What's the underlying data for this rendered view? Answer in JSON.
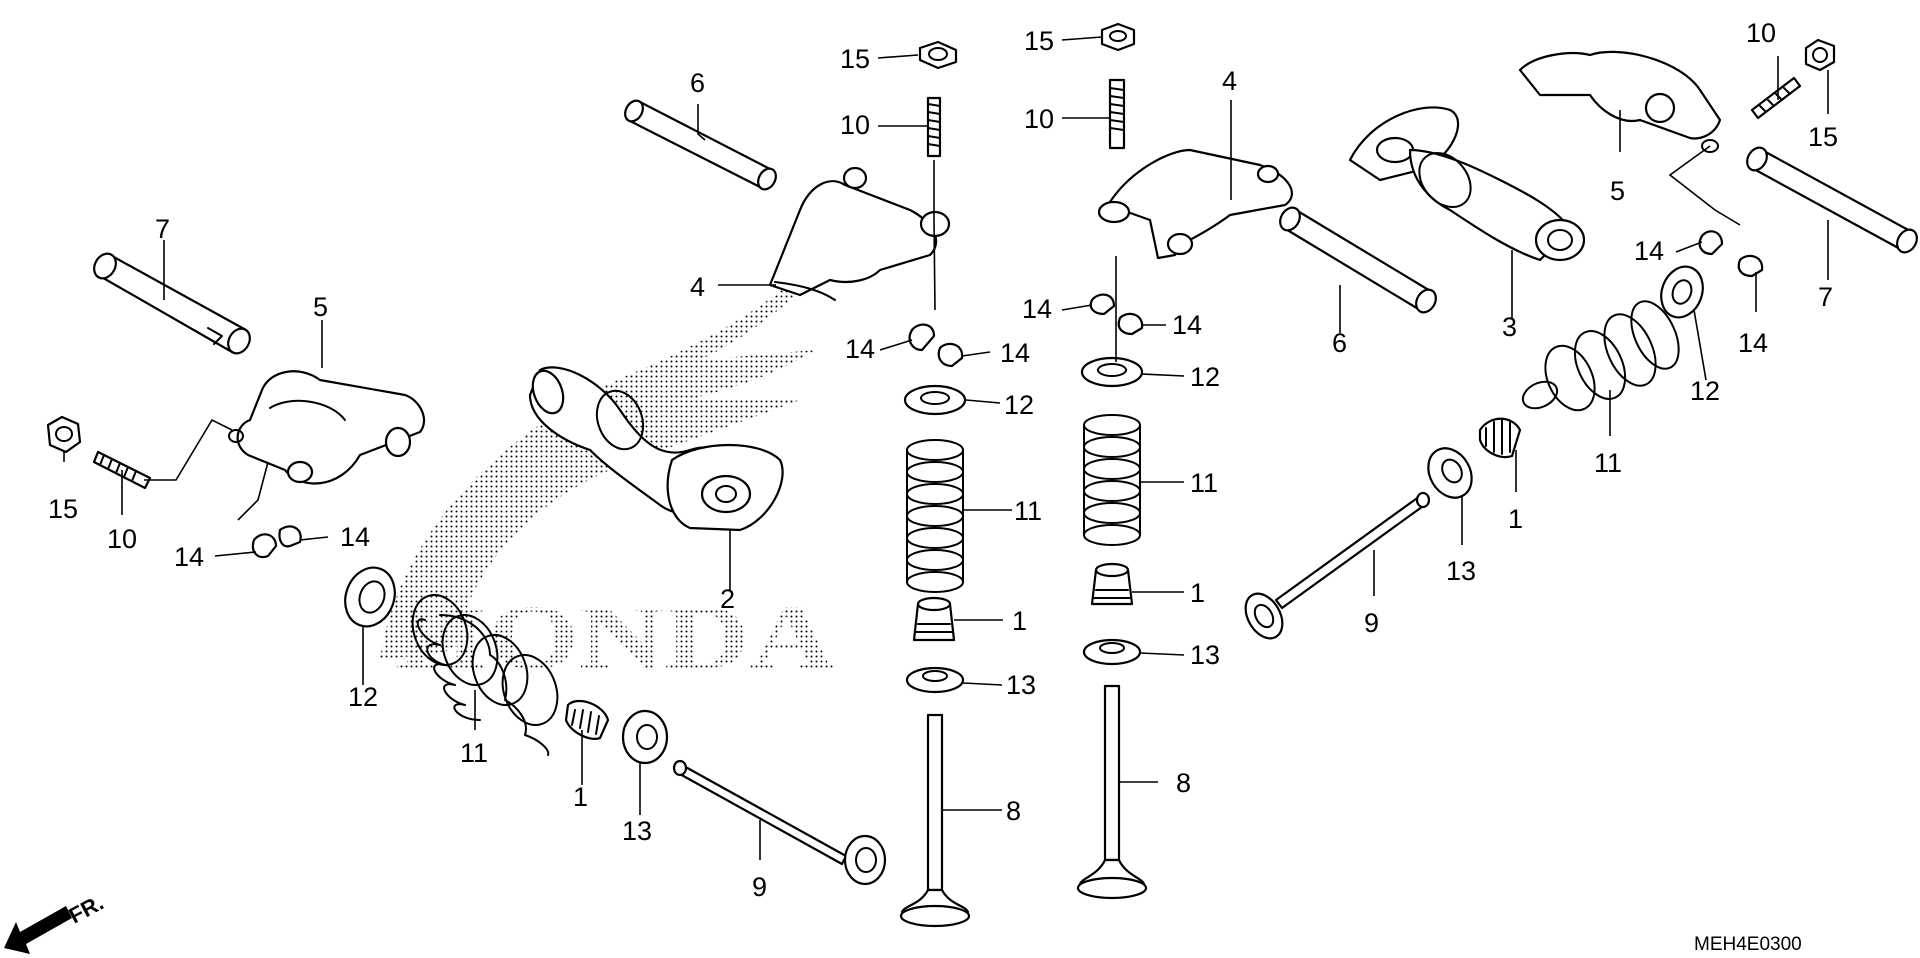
{
  "diagram": {
    "drawing_code": "MEH4E0300",
    "front_indicator": "FR.",
    "brand_watermark": "HONDA",
    "callouts": [
      {
        "id": "c15a",
        "text": "15"
      },
      {
        "id": "c10a",
        "text": "10"
      },
      {
        "id": "c6a",
        "text": "6"
      },
      {
        "id": "c4a",
        "text": "4"
      },
      {
        "id": "c14a",
        "text": "14"
      },
      {
        "id": "c14b",
        "text": "14"
      },
      {
        "id": "c12a",
        "text": "12"
      },
      {
        "id": "c11a",
        "text": "11"
      },
      {
        "id": "c1a",
        "text": "1"
      },
      {
        "id": "c13a",
        "text": "13"
      },
      {
        "id": "c8a",
        "text": "8"
      },
      {
        "id": "c2",
        "text": "2"
      },
      {
        "id": "c7a",
        "text": "7"
      },
      {
        "id": "c5a",
        "text": "5"
      },
      {
        "id": "c15b",
        "text": "15"
      },
      {
        "id": "c10b",
        "text": "10"
      },
      {
        "id": "c14c",
        "text": "14"
      },
      {
        "id": "c14d",
        "text": "14"
      },
      {
        "id": "c12b",
        "text": "12"
      },
      {
        "id": "c11b",
        "text": "11"
      },
      {
        "id": "c1b",
        "text": "1"
      },
      {
        "id": "c13b",
        "text": "13"
      },
      {
        "id": "c9a",
        "text": "9"
      },
      {
        "id": "c15c",
        "text": "15"
      },
      {
        "id": "c10c",
        "text": "10"
      },
      {
        "id": "c4b",
        "text": "4"
      },
      {
        "id": "c14e",
        "text": "14"
      },
      {
        "id": "c14f",
        "text": "14"
      },
      {
        "id": "c12c",
        "text": "12"
      },
      {
        "id": "c11c",
        "text": "11"
      },
      {
        "id": "c1c",
        "text": "1"
      },
      {
        "id": "c13c",
        "text": "13"
      },
      {
        "id": "c8b",
        "text": "8"
      },
      {
        "id": "c6b",
        "text": "6"
      },
      {
        "id": "c3",
        "text": "3"
      },
      {
        "id": "c10d",
        "text": "10"
      },
      {
        "id": "c15d",
        "text": "15"
      },
      {
        "id": "c5b",
        "text": "5"
      },
      {
        "id": "c7b",
        "text": "7"
      },
      {
        "id": "c14g",
        "text": "14"
      },
      {
        "id": "c14h",
        "text": "14"
      },
      {
        "id": "c12d",
        "text": "12"
      },
      {
        "id": "c11d",
        "text": "11"
      },
      {
        "id": "c1d",
        "text": "1"
      },
      {
        "id": "c13d",
        "text": "13"
      },
      {
        "id": "c9b",
        "text": "9"
      }
    ]
  }
}
